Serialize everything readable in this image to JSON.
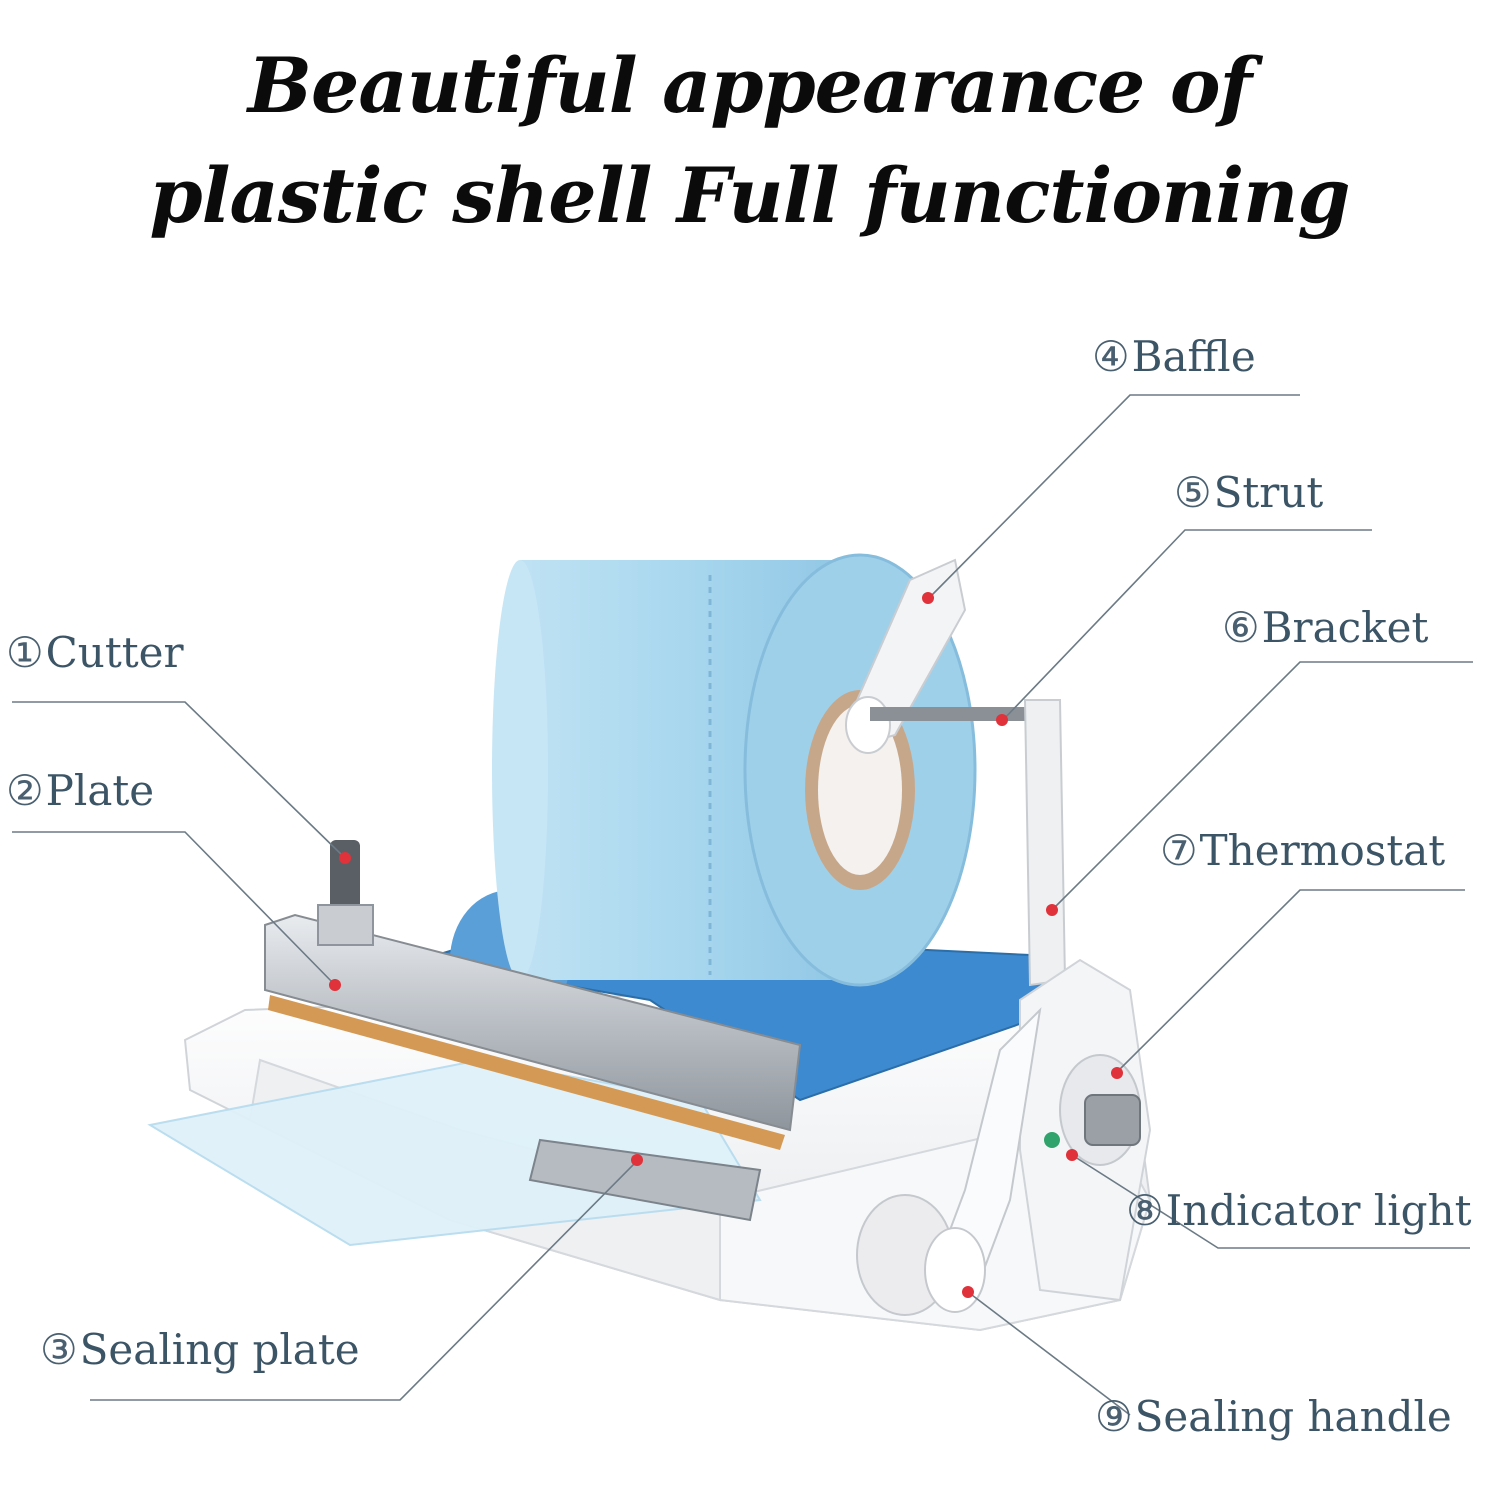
{
  "title": {
    "line1": "Beautiful appearance of",
    "line2": "plastic shell Full functioning"
  },
  "labels": [
    {
      "num": "①",
      "text": "Cutter"
    },
    {
      "num": "②",
      "text": "Plate"
    },
    {
      "num": "③",
      "text": "Sealing plate"
    },
    {
      "num": "④",
      "text": "Baffle"
    },
    {
      "num": "⑤",
      "text": "Strut"
    },
    {
      "num": "⑥",
      "text": "Bracket"
    },
    {
      "num": "⑦",
      "text": "Thermostat"
    },
    {
      "num": "⑧",
      "text": "Indicator light"
    },
    {
      "num": "⑨",
      "text": "Sealing handle"
    }
  ],
  "colors": {
    "roll": "#a9d8ef",
    "tray": "#3d8ad0",
    "body": "#f2f3f5",
    "marker": "#e0323a",
    "leader": "#6b7a85"
  }
}
